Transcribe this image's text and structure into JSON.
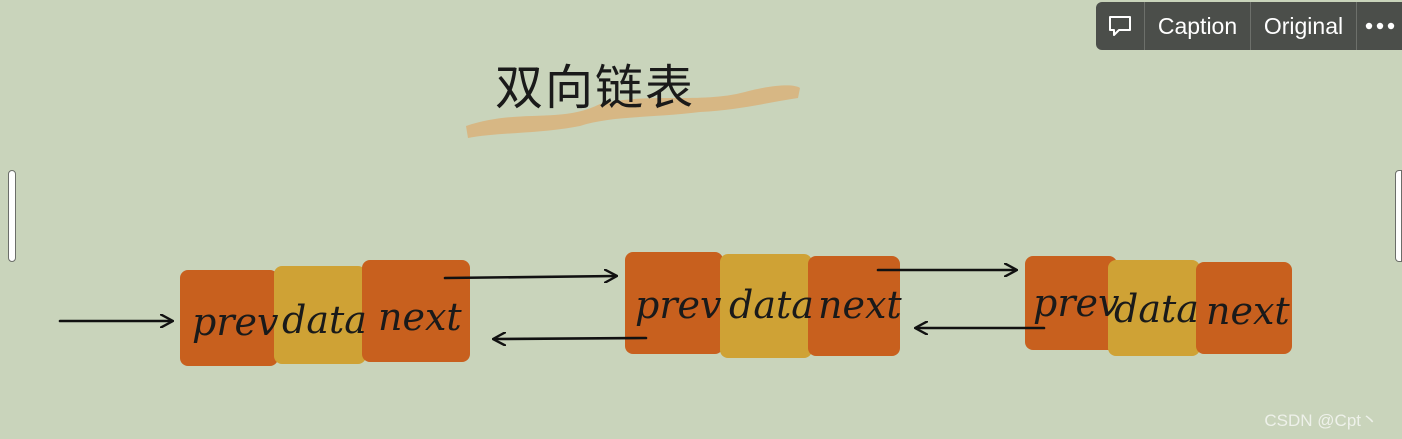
{
  "toolbar": {
    "comment_icon": "comment-icon",
    "caption_label": "Caption",
    "original_label": "Original",
    "more_icon": "more-icon"
  },
  "diagram": {
    "title": "双向链表",
    "nodes": [
      {
        "prev_label": "prev",
        "data_label": "data",
        "next_label": "next"
      },
      {
        "prev_label": "prev",
        "data_label": "data",
        "next_label": "next"
      },
      {
        "prev_label": "prev",
        "data_label": "data",
        "next_label": "next"
      }
    ],
    "colors": {
      "pointer_cell": "#c8601e",
      "data_cell": "#cfa235",
      "highlight": "#d9b27a",
      "arrow": "#111111"
    }
  },
  "watermark": "CSDN @Cpt丶"
}
